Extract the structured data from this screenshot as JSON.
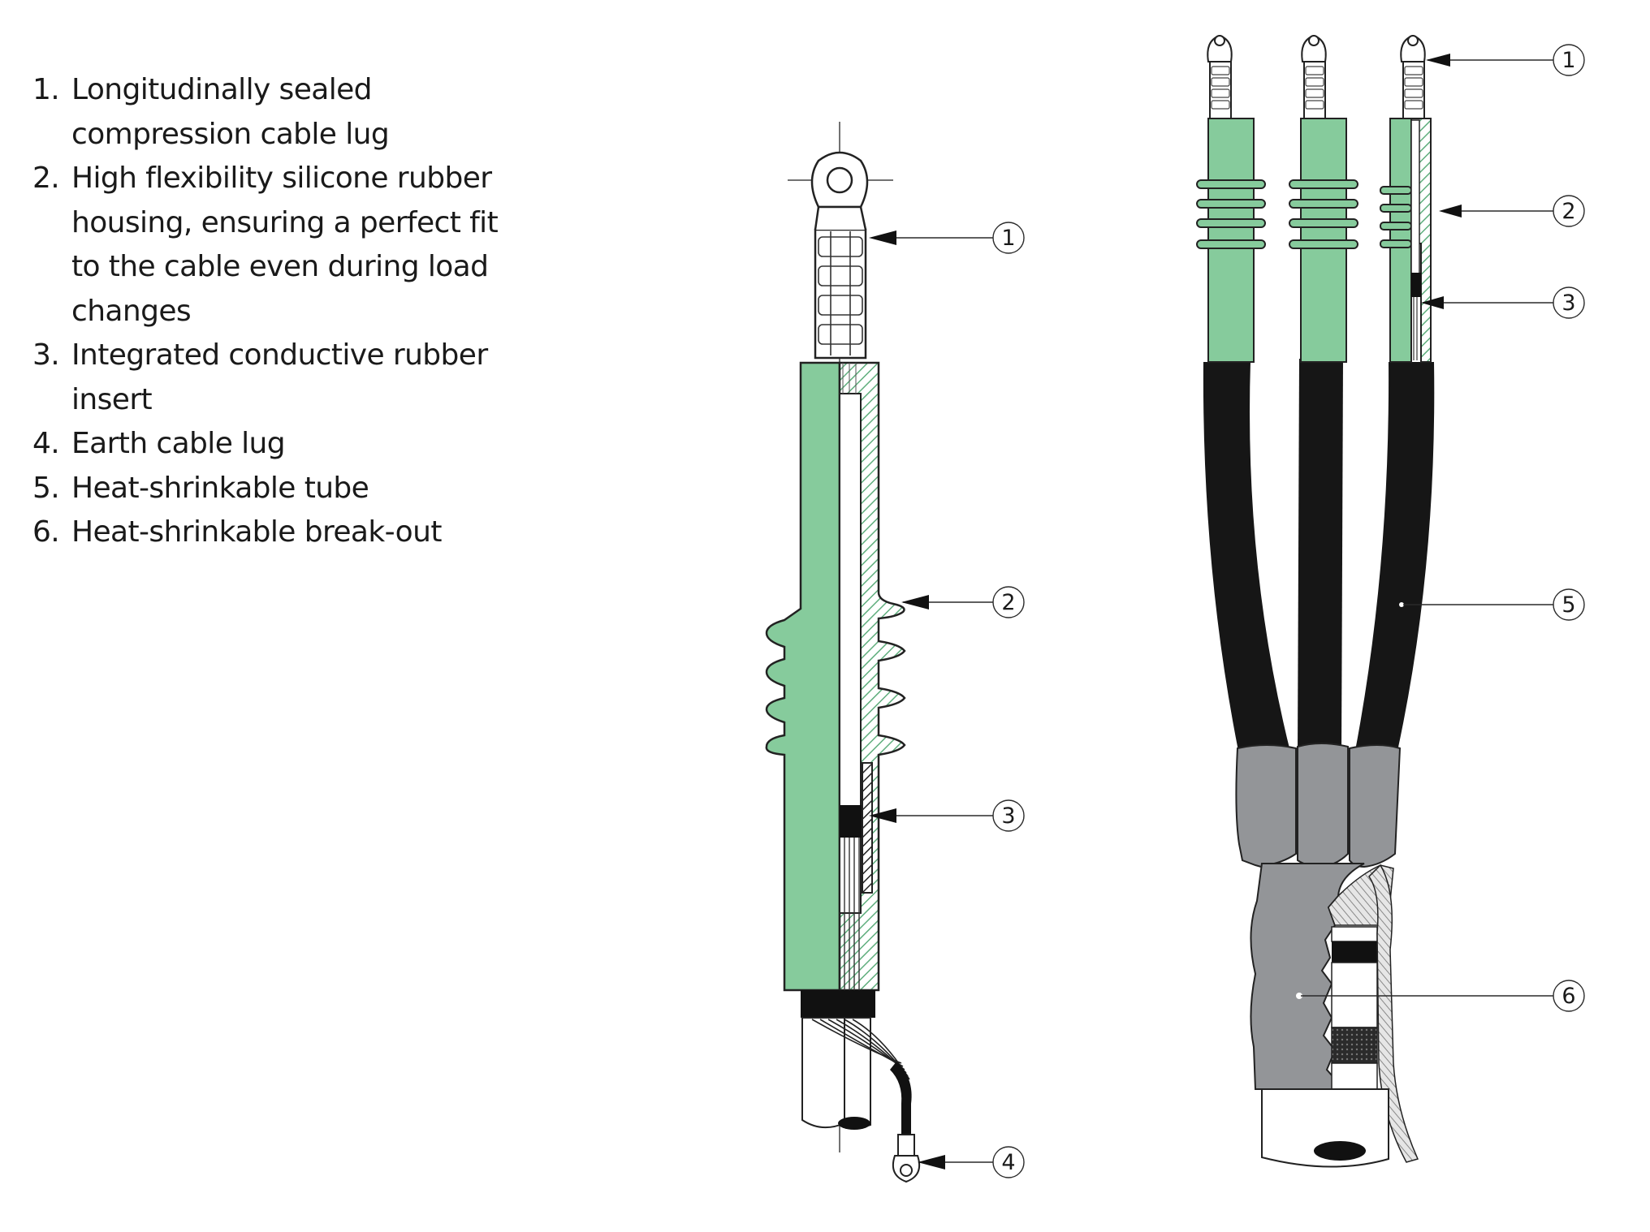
{
  "legend": [
    {
      "number": "1.",
      "text": "Longitudinally sealed compression cable lug"
    },
    {
      "number": "2.",
      "text": "High flexibility silicone rubber housing, ensuring a perfect fit to the cable even during load changes"
    },
    {
      "number": "3.",
      "text": "Integrated conductive rubber insert"
    },
    {
      "number": "4.",
      "text": "Earth cable lug"
    },
    {
      "number": "5.",
      "text": "Heat-shrinkable tube"
    },
    {
      "number": "6.",
      "text": "Heat-shrinkable break-out"
    }
  ],
  "callouts": {
    "single": [
      "1",
      "2",
      "3",
      "4"
    ],
    "triple": [
      "1",
      "2",
      "3",
      "5",
      "6"
    ]
  },
  "colors": {
    "silicone_green": "#86cb9c",
    "hatch_green": "#5fae7d",
    "cable_black": "#161616",
    "breakout_grey": "#939598",
    "line": "#2a2a2a"
  }
}
